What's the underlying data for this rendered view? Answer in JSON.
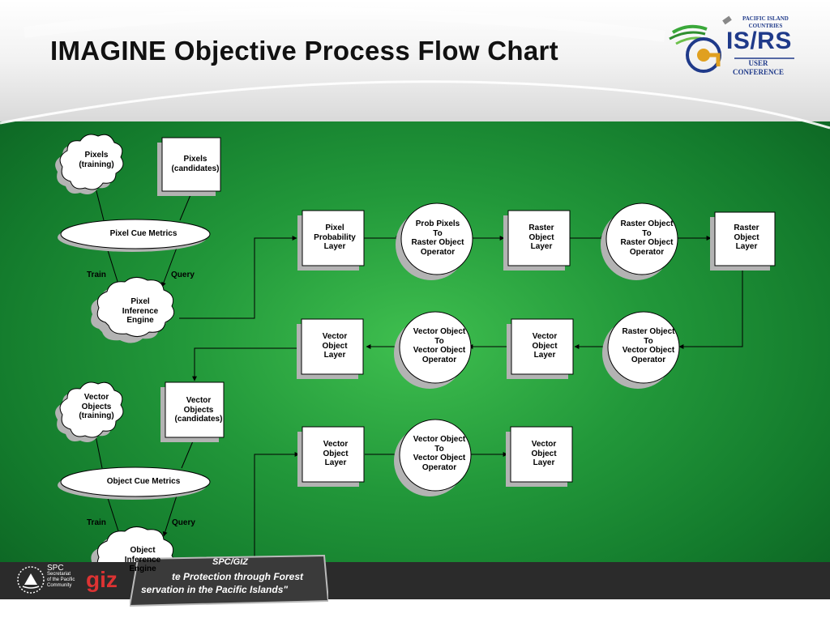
{
  "title": "IMAGINE Objective Process Flow Chart",
  "logo": {
    "top": "PACIFIC ISLAND\nCOUNTRIES",
    "main": "IS/RS",
    "bottom": "USER\nCONFERENCE"
  },
  "nodes": {
    "pixels_training": "Pixels\n(training)",
    "pixels_candidates": "Pixels\n(candidates)",
    "pixel_cue_metrics": "Pixel Cue Metrics",
    "pixel_inference_engine": "Pixel\nInference\nEngine",
    "pixel_probability_layer": "Pixel\nProbability\nLayer",
    "prob_pixels_op": "Prob Pixels\nTo\nRaster Object\nOperator",
    "raster_object_layer_1": "Raster\nObject\nLayer",
    "raster_object_op": "Raster  Object\nTo\nRaster Object\nOperator",
    "raster_object_layer_2": "Raster\nObject\nLayer",
    "raster_to_vector_op": "Raster Object\nTo\nVector Object\nOperator",
    "vector_object_layer_1": "Vector\nObject\nLayer",
    "vector_to_vector_op_1": "Vector Object\nTo\nVector Object\nOperator",
    "vector_object_layer_2": "Vector\nObject\nLayer",
    "vector_objects_training": "Vector\nObjects\n(training)",
    "vector_objects_candidates": "Vector\nObjects\n(candidates)",
    "object_cue_metrics": "Object Cue Metrics",
    "object_inference_engine": "Object\nInference\nEngine",
    "vector_object_layer_3": "Vector\nObject\nLayer",
    "vector_to_vector_op_2": "Vector Object\nTo\nVector Object\nOperator",
    "vector_object_layer_4": "Vector\nObject\nLayer"
  },
  "edge_labels": {
    "train_1": "Train",
    "query_1": "Query",
    "train_2": "Train",
    "query_2": "Query"
  },
  "footer": {
    "spc_name": "SPC",
    "spc_sub": "Secretariat\nof the Pacific\nCommunity",
    "giz": "giz",
    "banner_1": "SPC/GIZ",
    "banner_2": "te Protection through Forest",
    "banner_3": "servation in the Pacific Islands\""
  },
  "colors": {
    "background": "#22983a",
    "node_fill": "#ffffff",
    "node_shadow": "#b3b3b3",
    "logo_blue": "#1f3a8a",
    "footer_bar": "#2b2b2b"
  }
}
